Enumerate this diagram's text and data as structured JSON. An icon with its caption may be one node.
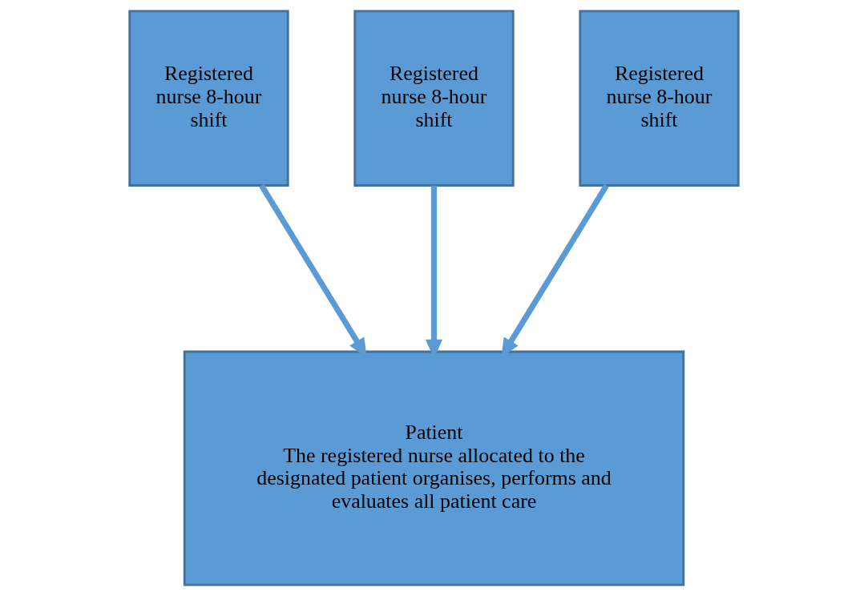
{
  "diagram": {
    "nodes": [
      {
        "text": [
          "Registered nurse 8-hour shift"
        ]
      },
      {
        "text": [
          "Registered nurse 8-hour shift"
        ]
      },
      {
        "text": [
          "Registered nurse 8-hour shift"
        ]
      },
      {
        "text": [
          "Patient",
          "The registered nurse allocated to the designated patient organises, performs and evaluates all patient care"
        ]
      }
    ],
    "edges": [
      {
        "from": 0,
        "to": 3,
        "arrow": "to"
      },
      {
        "from": 1,
        "to": 3,
        "arrow": "to"
      },
      {
        "from": 2,
        "to": 3,
        "arrow": "to"
      }
    ]
  }
}
